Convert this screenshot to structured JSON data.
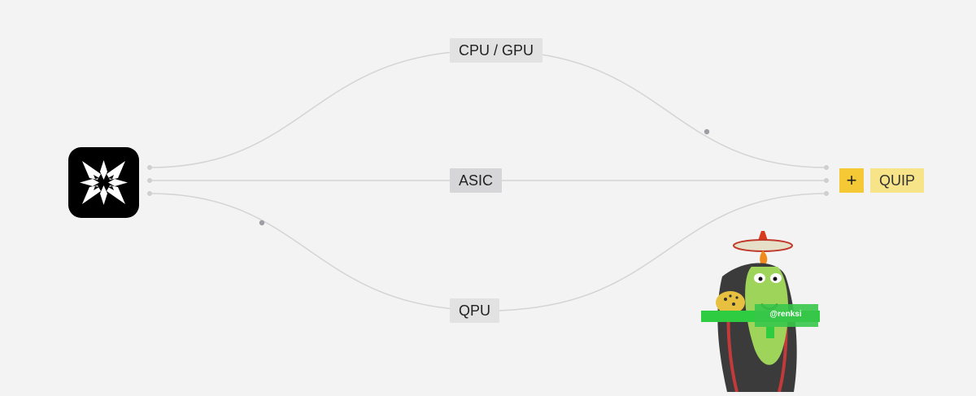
{
  "routes": [
    {
      "label": "CPU / GPU"
    },
    {
      "label": "ASIC"
    },
    {
      "label": "QPU"
    }
  ],
  "target": {
    "plus_label": "+",
    "label": "QUIP"
  },
  "icons": {
    "logo": "butterfly-logo-icon",
    "avatar": "ape-avatar-icon"
  },
  "watermark": "@renksi",
  "colors": {
    "background": "#f3f3f3",
    "line": "#d4d4d4",
    "label_bg": "#e2e2e2",
    "plus_bg": "#f5c936",
    "quip_bg": "#f7e488",
    "logo_bg": "#000000"
  }
}
